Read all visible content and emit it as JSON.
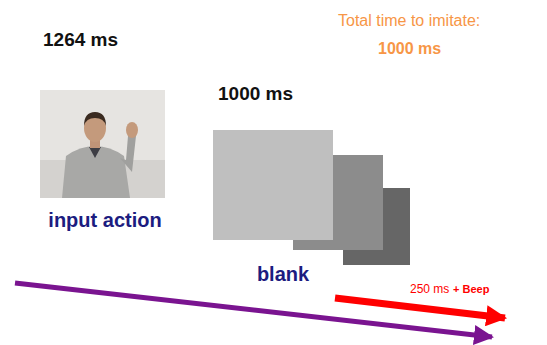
{
  "diagram": {
    "nodes": [
      {
        "text": [
          "1264 ms",
          "input action"
        ]
      },
      {
        "text": [
          "1000 ms",
          "blank"
        ]
      }
    ],
    "labels": [
      "Total time to imitate:",
      "1000 ms",
      "250 ms",
      "+ Beep"
    ]
  }
}
